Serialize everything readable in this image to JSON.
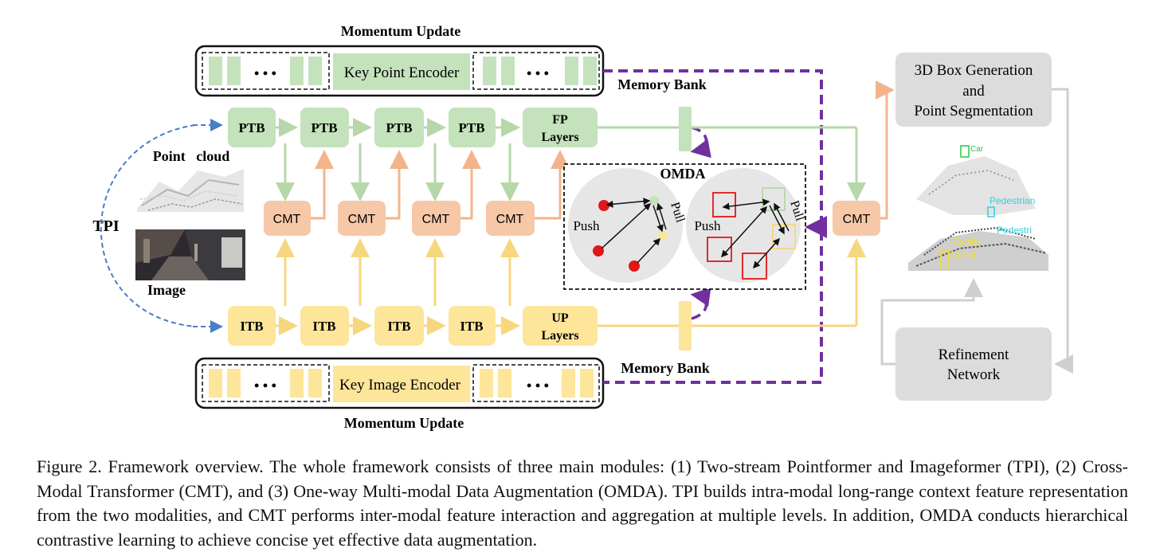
{
  "top_encoder": {
    "momentum_label": "Momentum Update",
    "encoder_label": "Key Point Encoder",
    "memory_bank_label": "Memory Bank",
    "dots": "• • •"
  },
  "bottom_encoder": {
    "momentum_label": "Momentum Update",
    "encoder_label": "Key Image Encoder",
    "memory_bank_label": "Memory Bank",
    "dots": "• • •"
  },
  "point_stream": {
    "blocks": [
      "PTB",
      "PTB",
      "PTB",
      "PTB"
    ],
    "fp_layers": [
      "FP",
      "Layers"
    ],
    "input_label": "Point   cloud"
  },
  "image_stream": {
    "blocks": [
      "ITB",
      "ITB",
      "ITB",
      "ITB"
    ],
    "up_layers": [
      "UP",
      "Layers"
    ],
    "input_label": "Image"
  },
  "tpi_label": "TPI",
  "cmt_blocks": [
    "CMT",
    "CMT",
    "CMT",
    "CMT",
    "CMT"
  ],
  "omda": {
    "title": "OMDA",
    "push_label": "Push",
    "pull_label": "Pull"
  },
  "outputs": {
    "box_generation": [
      "3D Box Generation",
      "and",
      "Point Segmentation"
    ],
    "refinement": [
      "Refinement",
      "Network"
    ],
    "scene_labels": [
      "Car",
      "Pedestrian",
      "Pedestri",
      "Cyclist",
      "Cyclist"
    ]
  },
  "colors": {
    "green": "#c4e2bb",
    "green_line": "#b6d8a8",
    "yellow": "#fde59a",
    "yellow_line": "#f7d77d",
    "orange": "#f6c8a8",
    "orange_line": "#f3b48c",
    "gray": "#dcdcdc",
    "purple": "#7030a0",
    "blue": "#4a7cc7",
    "red": "#e01818"
  },
  "caption": "Figure 2.  Framework overview.  The whole framework consists of three main modules: (1) Two-stream Pointformer and Imageformer (TPI), (2) Cross-Modal Transformer (CMT), and (3) One-way Multi-modal Data Augmentation (OMDA). TPI builds intra-modal long-range context feature representation from the two modalities, and CMT performs inter-modal feature interaction and aggregation at multiple levels. In addition, OMDA conducts hierarchical contrastive learning to achieve concise yet effective data augmentation."
}
